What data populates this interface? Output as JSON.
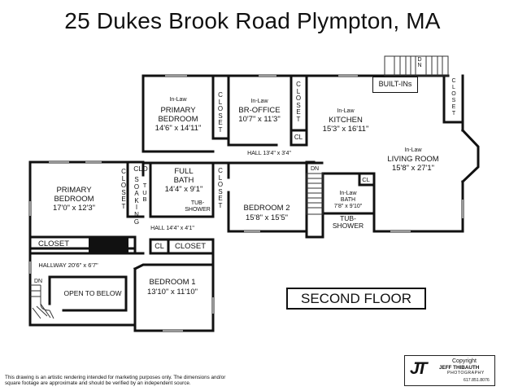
{
  "title": "25 Dukes Brook Road   Plympton, MA",
  "floor_label": "SECOND FLOOR",
  "rooms": {
    "inlaw_primary": {
      "line1": "In-Law",
      "line2": "PRIMARY",
      "line3": "BEDROOM",
      "dims": "14'6\" x 14'11\""
    },
    "br_office": {
      "line1": "In-Law",
      "line2": "BR-OFFICE",
      "dims": "10'7\" x 11'3\""
    },
    "kitchen": {
      "line1": "In-Law",
      "line2": "KITCHEN",
      "dims": "15'3\" x 16'11\""
    },
    "living": {
      "line1": "In-Law",
      "line2": "LIVING ROOM",
      "dims": "15'8\" x 27'1\""
    },
    "hall_upper": "HALL  13'4\" x 3'4\"",
    "primary_bedroom": {
      "line1": "PRIMARY",
      "line2": "BEDROOM",
      "dims": "17'0\" x 12'3\""
    },
    "full_bath": {
      "line1": "FULL",
      "line2": "BATH",
      "dims": "14'4\" x 9'1\""
    },
    "tub_shower": {
      "line1": "TUB-",
      "line2": "SHOWER"
    },
    "bedroom2": {
      "name": "BEDROOM 2",
      "dims": "15'8\" x 15'5\""
    },
    "inlaw_bath": {
      "line1": "In-Law",
      "line2": "BATH",
      "dims": "7'8\" x 9'10\""
    },
    "inlaw_tub": {
      "line1": "TUB-",
      "line2": "SHOWER"
    },
    "hall_mid": "HALL  14'4\" x 4'1\"",
    "hallway": "HALLWAY  20'6\" x 6'7\"",
    "open_below": "OPEN TO BELOW",
    "bedroom1": {
      "name": "BEDROOM 1",
      "dims": "13'10\" x 11'10\""
    }
  },
  "closet_word": "CLOSET",
  "closet_letters": [
    "C",
    "L",
    "O",
    "S",
    "E",
    "T"
  ],
  "soaking_letters": [
    "S",
    "O",
    "A",
    "K",
    "I",
    "N",
    "G"
  ],
  "tub_letters": [
    "T",
    "U",
    "B"
  ],
  "cl": "CL",
  "clo": "CLO",
  "dn": "DN",
  "built_ins": "BUILT-INs",
  "credit": {
    "copyright": "Copyright",
    "name": "JEFF THIBAUTH",
    "sub": "PHOTOGRAPHY",
    "phone": "617.851.8076",
    "logo": "JT"
  },
  "disclaimer": "This drawing is an artistic rendering intended for marketing purposes only.  The dimensions and/or square footage are approximate and should be verified by an independent source."
}
